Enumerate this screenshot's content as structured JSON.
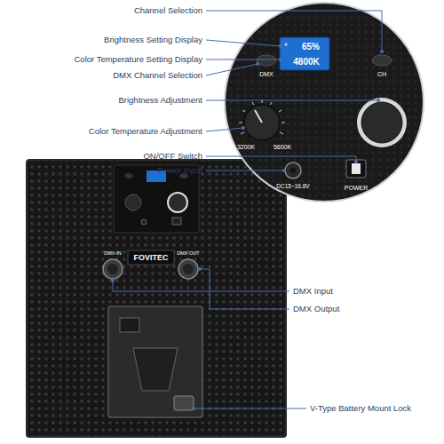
{
  "diagram": {
    "labels": [
      "Channel Selection",
      "Brightness Setting Display",
      "Color Temperature Setting Display",
      "DMX Channel Selection",
      "Brightness Adjustment",
      "Color Temperature Adjustment",
      "ON/OFF Switch",
      "Power Input",
      "DMX Input",
      "DMX Output",
      "V-Type Battery Mount Lock",
      "DMX",
      "CH",
      "65%",
      "4800K",
      "3200K",
      "5600K",
      "DC15~16.8V",
      "POWER",
      "FOVITEC",
      "DMX-IN",
      "DMX OUT"
    ]
  }
}
